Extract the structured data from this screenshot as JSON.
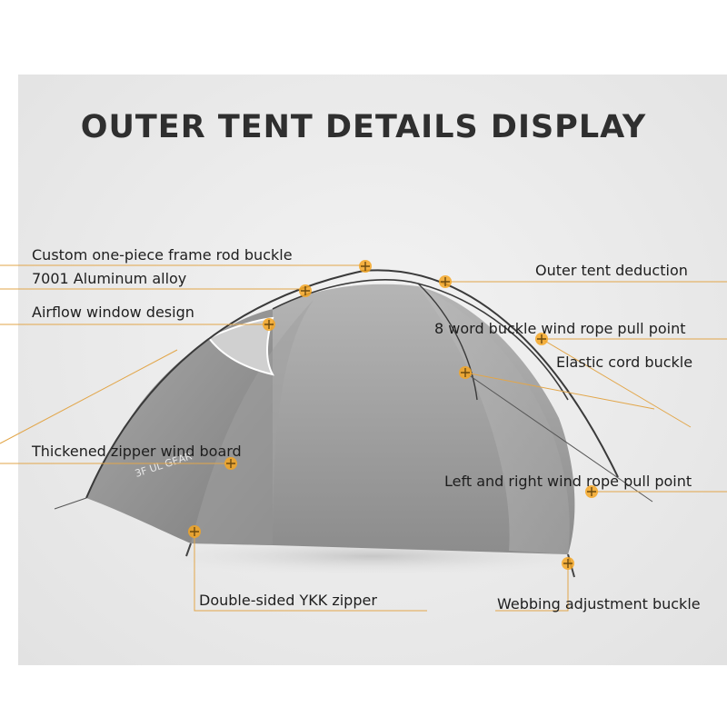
{
  "title": "OUTER TENT DETAILS DISPLAY",
  "colors": {
    "accent": "#f5a623",
    "line": "#e2a64a",
    "text": "#1e1e1e",
    "tent_fill": "#9a9a9a"
  },
  "labels": {
    "frame_rod_buckle": "Custom one-piece frame rod buckle",
    "aluminum_alloy": "7001 Aluminum alloy",
    "airflow_window": "Airflow window design",
    "zipper_wind_board": "Thickened zipper wind board",
    "ykk_zipper": "Double-sided YKK zipper",
    "outer_tent_deduction": "Outer tent deduction",
    "wind_rope_pull_point": "8 word buckle wind rope pull point",
    "elastic_cord_buckle": "Elastic cord buckle",
    "side_wind_rope_pull_point": "Left and right wind rope pull point",
    "webbing_adjustment_buckle": "Webbing adjustment buckle"
  }
}
